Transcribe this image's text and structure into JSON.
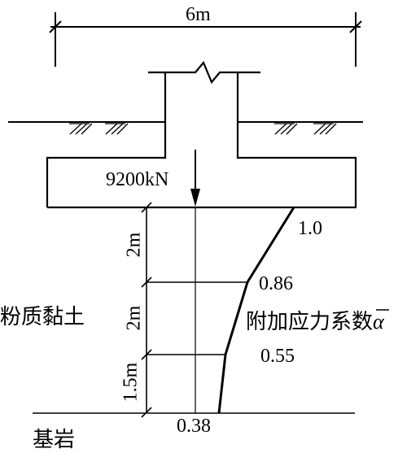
{
  "labels": {
    "width_6m": "6m",
    "load": "9200kN",
    "soil_name": "粉质黏土",
    "bedrock": "基岩",
    "coef_prefix": "附加应力系数",
    "coef_symbol": "α",
    "depth_1": "2m",
    "depth_2": "2m",
    "depth_3": "1.5m"
  },
  "coefficients": [
    "1.0",
    "0.86",
    "0.55",
    "0.38"
  ]
}
